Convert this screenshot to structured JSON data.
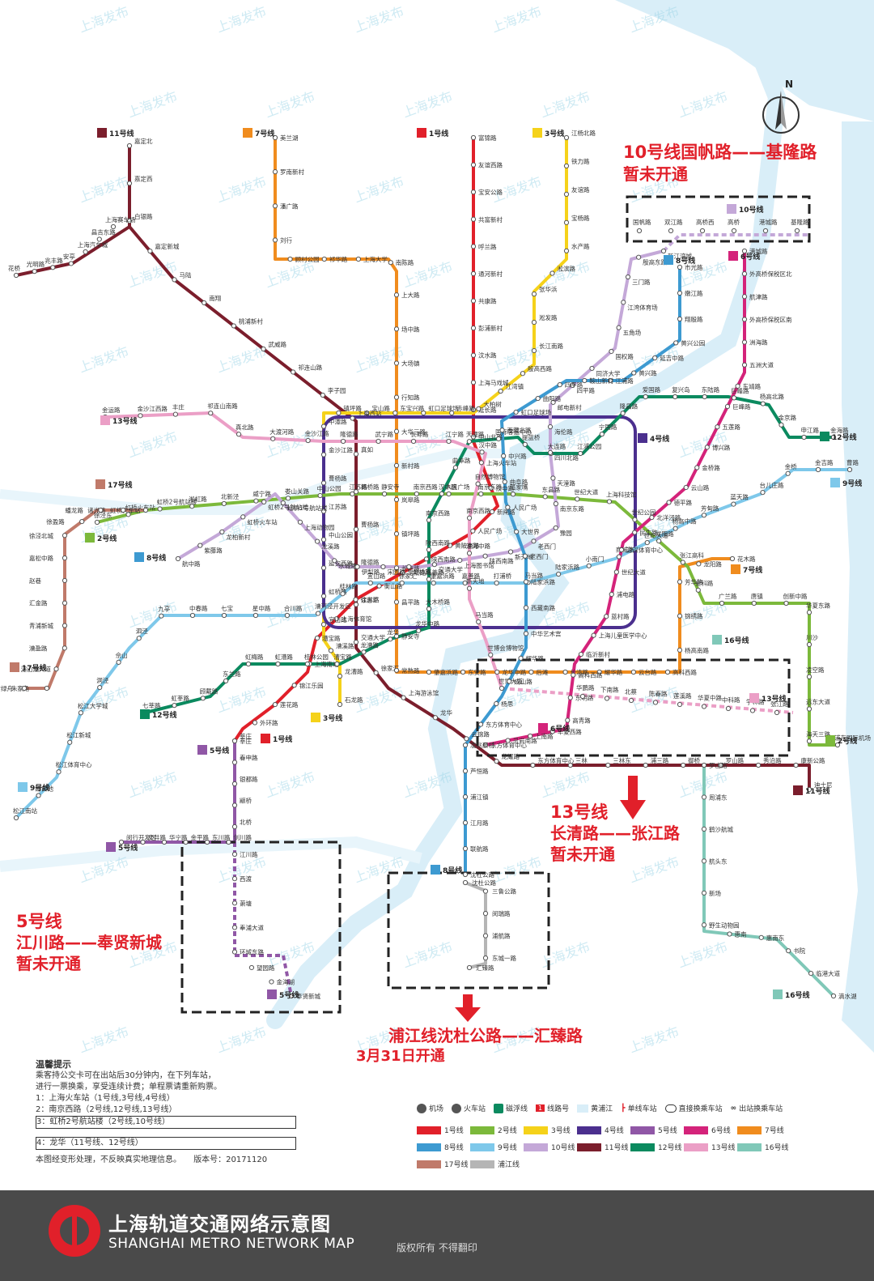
{
  "labels": {
    "north": "N",
    "line10_note_1": "10号线国帆路——基隆路",
    "line10_note_2": "暂未开通",
    "line13_note_1": "13号线",
    "line13_note_2": "长清路——张江路",
    "line13_note_3": "暂未开通",
    "line5_note_1": "5号线",
    "line5_note_2": "江川路——奉贤新城",
    "line5_note_3": "暂未开通",
    "pujiang_note_1": "浦江线沈杜公路——汇臻路",
    "pujiang_note_2": "3月31日开通",
    "watermark": "上海发布"
  },
  "lines": [
    {
      "name": "1号线",
      "color": "#e1202a"
    },
    {
      "name": "2号线",
      "color": "#7cb93b"
    },
    {
      "name": "3号线",
      "color": "#f5d21a"
    },
    {
      "name": "4号线",
      "color": "#4b2f8e"
    },
    {
      "name": "5号线",
      "color": "#9057a6"
    },
    {
      "name": "6号线",
      "color": "#d4237a"
    },
    {
      "name": "7号线",
      "color": "#f08c1e"
    },
    {
      "name": "8号线",
      "color": "#3d9ad1"
    },
    {
      "name": "9号线",
      "color": "#7ec8ea"
    },
    {
      "name": "10号线",
      "color": "#c4a8d8"
    },
    {
      "name": "11号线",
      "color": "#7b1e2c"
    },
    {
      "name": "12号线",
      "color": "#0b8a5f"
    },
    {
      "name": "13号线",
      "color": "#eb9fc6"
    },
    {
      "name": "16号线",
      "color": "#80c8b8"
    },
    {
      "name": "17号线",
      "color": "#c07a6a"
    },
    {
      "name": "浦江线",
      "color": "#b5b5b5"
    }
  ],
  "stations": {
    "l1": [
      "富锦路",
      "友谊西路",
      "宝安公路",
      "共富新村",
      "呼兰路",
      "通河新村",
      "共康路",
      "彭浦新村",
      "汶水路",
      "上海马戏城",
      "延长路",
      "中山北路",
      "上海火车站",
      "汉中路",
      "新闸路",
      "人民广场",
      "黄陂南路",
      "陕西南路",
      "常熟路",
      "衡山路",
      "徐家汇",
      "上海体育馆",
      "漕宝路",
      "上海南站",
      "锦江乐园",
      "莲花路",
      "外环路",
      "莘庄"
    ],
    "l3": [
      "江杨北路",
      "铁力路",
      "友谊路",
      "宝杨路",
      "水产路",
      "淞滨路",
      "张华浜",
      "淞发路",
      "长江南路",
      "殷高西路",
      "江湾镇",
      "大柏树",
      "赤峰路",
      "虹口足球场",
      "东宝兴路",
      "宝山路",
      "镇坪路",
      "中潭路",
      "金沙江路",
      "曹杨路",
      "江苏路",
      "中山公园",
      "延安西路",
      "虹桥路",
      "宜山路",
      "漕溪路",
      "龙漕路",
      "石龙路"
    ],
    "l11": [
      "嘉定北",
      "嘉定西",
      "白银路",
      "嘉定新城",
      "马陆",
      "南翔",
      "桃浦新村",
      "武威路",
      "祁连山路",
      "李子园",
      "上海西站",
      "真如",
      "枫桥路",
      "曹杨路",
      "隆德路",
      "江苏路",
      "交通大学",
      "徐家汇",
      "上海游泳馆",
      "龙华",
      "云锦路",
      "龙耀路",
      "东方体育中心",
      "三林",
      "三林东",
      "浦三路",
      "御桥",
      "罗山路",
      "秀沿路",
      "康新公路",
      "迪士尼"
    ],
    "l11b": [
      "上海赛车场",
      "昌吉东路",
      "上海汽车城",
      "安亭",
      "兆丰路",
      "光明路",
      "花桥"
    ],
    "l7": [
      "美兰湖",
      "罗南新村",
      "潘广路",
      "刘行",
      "顾村公园",
      "祁华路",
      "上海大学",
      "南陈路",
      "上大路",
      "场中路",
      "大场镇",
      "行知路",
      "大华三路",
      "新村路",
      "岚皋路",
      "镇坪路",
      "长寿路",
      "昌平路",
      "静安寺",
      "常熟路",
      "肇嘉浜路",
      "东安路",
      "龙华中路",
      "后滩",
      "长清路",
      "耀华路",
      "云台路",
      "高科西路",
      "杨高南路",
      "锦绣路",
      "芳华路",
      "龙阳路",
      "花木路"
    ],
    "l2": [
      "徐泾东",
      "虹桥火车站",
      "虹桥2号航站楼",
      "淞虹路",
      "北新泾",
      "威宁路",
      "娄山关路",
      "中山公园",
      "江苏路",
      "静安寺",
      "南京西路",
      "人民广场",
      "南京东路",
      "陆家嘴",
      "东昌路",
      "世纪大道",
      "上海科技馆",
      "世纪公园",
      "龙阳路",
      "张江高科",
      "金科路",
      "广兰路",
      "唐镇",
      "创新中路",
      "华夏东路",
      "川沙",
      "凌空路",
      "远东大道",
      "海天三路",
      "浦东国际机场"
    ],
    "l9": [
      "松江南站",
      "醉白池",
      "松江体育中心",
      "松江新城",
      "松江大学城",
      "洞泾",
      "佘山",
      "泗泾",
      "九亭",
      "中春路",
      "七宝",
      "星中路",
      "合川路",
      "漕河泾开发区",
      "桂林路",
      "宜山路",
      "徐家汇",
      "肇嘉浜路",
      "嘉善路",
      "打浦桥",
      "马当路",
      "陆家浜路",
      "小南门",
      "商城路",
      "世纪大道",
      "杨高中路",
      "芳甸路",
      "蓝天路",
      "台儿庄路",
      "金桥",
      "金吉路",
      "曹路"
    ],
    "l12": [
      "七莘路",
      "虹莘路",
      "顾戴路",
      "东兰路",
      "虹梅路",
      "虹漕路",
      "桂林公园",
      "漕宝路",
      "龙漕路",
      "龙华",
      "龙华中路",
      "大木桥路",
      "嘉善路",
      "陕西南路",
      "南京西路",
      "汉中路",
      "曲阜路",
      "天潼路",
      "国际客运中心",
      "提篮桥",
      "大连路",
      "江浦公园",
      "宁国路",
      "隆昌路",
      "爱国路",
      "复兴岛",
      "东陆路",
      "巨峰路",
      "杨高北路",
      "金京路",
      "申江路",
      "金海路"
    ],
    "l10": [
      "航中路",
      "紫藤路",
      "龙柏新村",
      "虹桥火车站",
      "虹桥2号航站楼",
      "虹桥1号航站楼",
      "上海动物园",
      "龙溪路",
      "水城路",
      "伊犁路",
      "宋园路",
      "虹桥路",
      "交通大学",
      "上海图书馆",
      "陕西南路",
      "新天地",
      "老西门",
      "豫园",
      "南京东路",
      "天潼路",
      "四川北路",
      "海伦路",
      "邮电新村",
      "四平路",
      "同济大学",
      "国权路",
      "五角场",
      "江湾体育场",
      "三门路",
      "殷高东路",
      "新江湾城"
    ],
    "l13": [
      "金运路",
      "金沙江西路",
      "丰庄",
      "祁连山南路",
      "真北路",
      "大渡河路",
      "金沙江路",
      "隆德路",
      "武宁路",
      "长寿路",
      "江宁路",
      "汉中路",
      "自然博物馆",
      "南京西路",
      "淮海中路",
      "新天地",
      "马当路",
      "世博会博物馆",
      "世博大道"
    ],
    "l16": [
      "罗山路",
      "周浦东",
      "鹤沙航城",
      "航头东",
      "新场",
      "野生动物园",
      "惠南",
      "惠南东",
      "书院",
      "临港大道",
      "滴水湖"
    ],
    "l17": [
      "虹桥火车站",
      "诸光路",
      "蟠龙路",
      "徐盈路",
      "徐泾北城",
      "嘉松中路",
      "赵巷",
      "汇金路",
      "青浦新城",
      "漕盈路",
      "淀山湖大道",
      "朱家角",
      "东方绿舟"
    ],
    "l5": [
      "莘庄",
      "春申路",
      "银都路",
      "颛桥",
      "北桥",
      "剑川路",
      "东川路",
      "金平路",
      "华宁路",
      "文井路",
      "闵行开发区"
    ],
    "l6": [
      "港城路",
      "外高桥保税区北",
      "航津路",
      "外高桥保税区南",
      "洲海路",
      "五洲大道",
      "东靖路",
      "巨峰路",
      "五莲路",
      "博兴路",
      "金桥路",
      "云山路",
      "德平路",
      "北洋泾路",
      "民生路",
      "源深体育中心",
      "世纪大道",
      "浦电路",
      "蓝村路",
      "上海儿童医学中心",
      "临沂新村",
      "高科西路",
      "东明路",
      "高青路",
      "华夏西路",
      "上南路",
      "灵岩南路",
      "东方体育中心"
    ],
    "l8": [
      "市光路",
      "嫩江路",
      "翔殷路",
      "黄兴公园",
      "延吉中路",
      "黄兴路",
      "江浦路",
      "鞍山新村",
      "四平路",
      "曲阳路",
      "虹口足球场",
      "西藏北路",
      "中兴路",
      "曲阜路",
      "人民广场",
      "大世界",
      "老西门",
      "陆家浜路",
      "西藏南路",
      "中华艺术宫",
      "耀华路",
      "成山路",
      "杨思",
      "东方体育中心",
      "凌兆新村",
      "芦恒路",
      "浦江镇",
      "江月路",
      "联航路",
      "沈杜公路"
    ],
    "pj": [
      "沈杜公路",
      "三鲁公路",
      "闵瑞路",
      "浦航路",
      "东城一路",
      "汇臻路"
    ],
    "future10": [
      "国帆路",
      "双江路",
      "高桥西",
      "高桥",
      "港城路",
      "基隆路"
    ],
    "future13": [
      "华鹏路",
      "下南路",
      "北蔡",
      "陈春路",
      "莲溪路",
      "华夏中路",
      "中科路",
      "学林路",
      "张江路"
    ],
    "future5": [
      "江川路",
      "西渡",
      "萧塘",
      "奉浦大道",
      "环城东路",
      "望园路",
      "金海湖",
      "奉贤新城"
    ]
  },
  "tips": {
    "title": "温馨提示",
    "text1": "乘客持公交卡可在出站后30分钟内，在下列车站，",
    "text2": "进行一票换乘，享受连续计费；单程票请重新购票。",
    "item1": "1：上海火车站（1号线,3号线,4号线）",
    "item2": "2：南京西路（2号线,12号线,13号线）",
    "item3": "3：虹桥2号航站楼（2号线,10号线）",
    "item4": "4：龙华（11号线、12号线）",
    "footnote": "本图经变形处理，不反映真实地理信息。",
    "version": "版本号：20171120"
  },
  "legend": {
    "airport": "机场",
    "railway": "火车站",
    "maglev": "磁浮线",
    "line_no": "线路号",
    "river": "黄浦江",
    "single_station": "单线车站",
    "direct_transfer": "直接换乘车站",
    "exit_transfer": "出站换乘车站"
  },
  "footer": {
    "title_cn": "上海轨道交通网络示意图",
    "title_en": "SHANGHAI METRO NETWORK MAP",
    "copyright": "版权所有  不得翻印"
  }
}
